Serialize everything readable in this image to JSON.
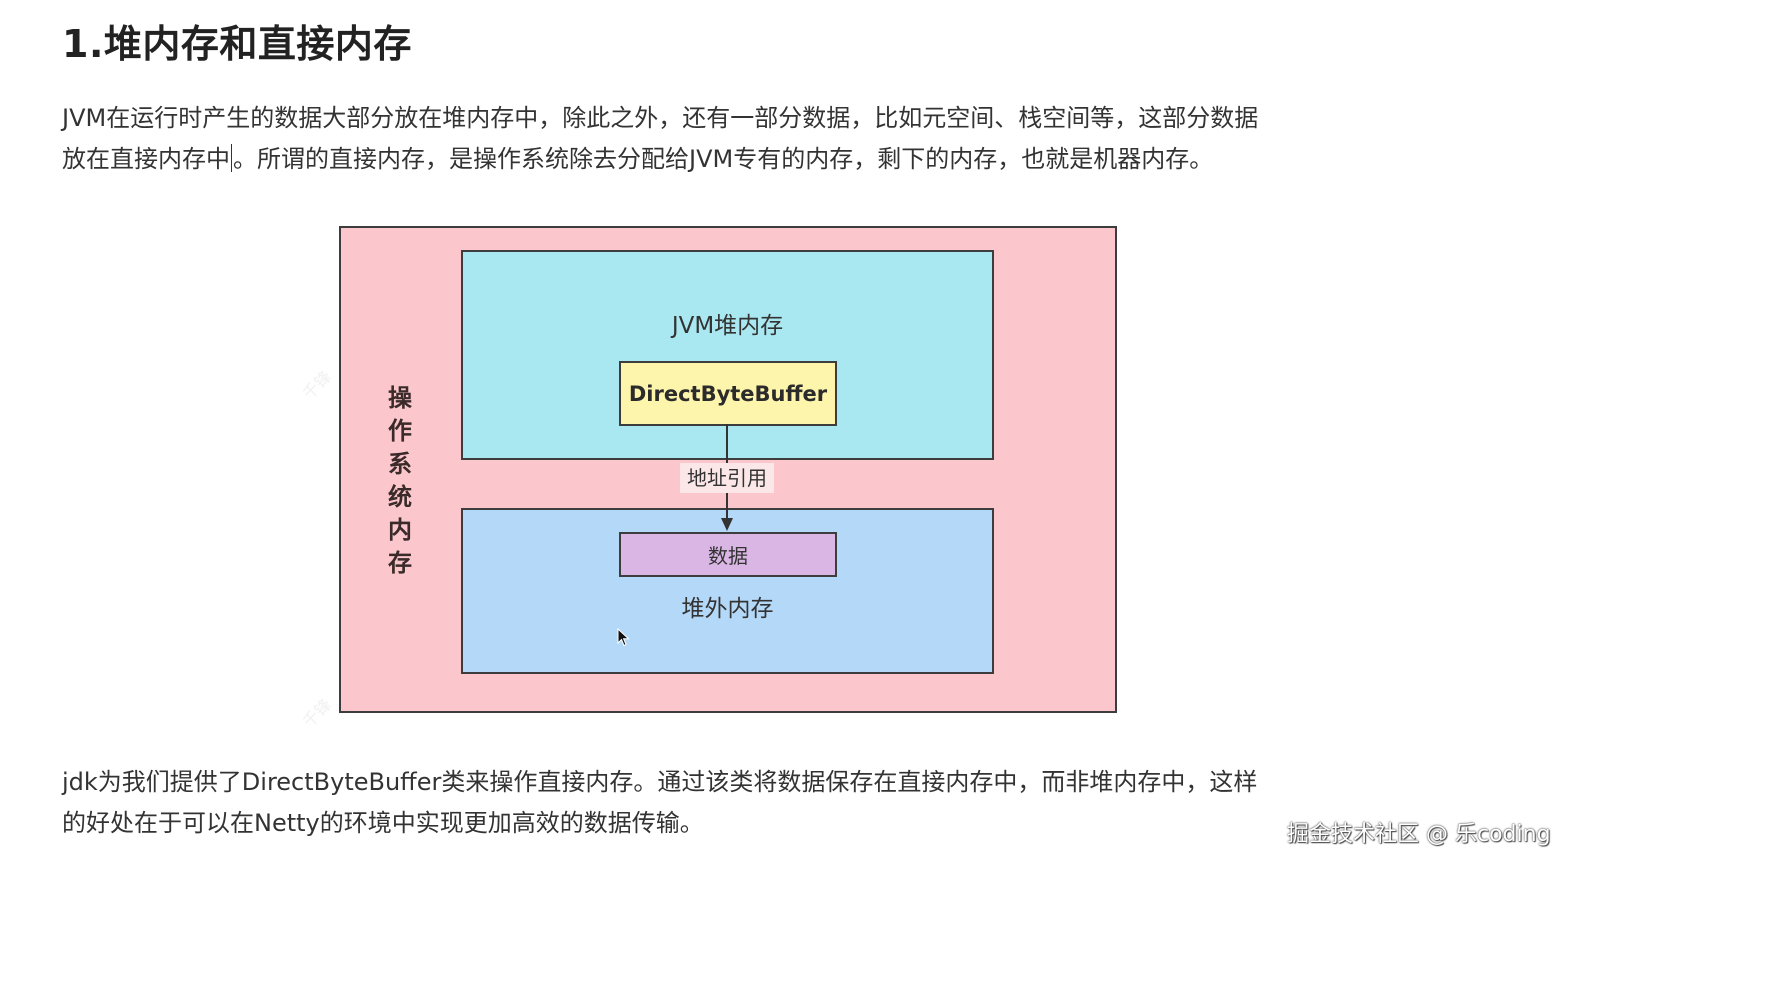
{
  "heading": "1.堆内存和直接内存",
  "paragraph1": {
    "line1": "JVM在运行时产生的数据大部分放在堆内存中，除此之外，还有一部分数据，比如元空间、栈空间等，这部分数据",
    "line2_before_cursor": "放在直接内存中",
    "line2_after_cursor": "。所谓的直接内存，是操作系统除去分配给JVM专有的内存，剩下的内存，也就是机器内存。"
  },
  "diagram": {
    "os_label": "操作系统内存",
    "jvm_heap_label": "JVM堆内存",
    "direct_byte_buffer_label": "DirectByteBuffer",
    "address_reference_label": "地址引用",
    "data_label": "数据",
    "off_heap_label": "堆外内存",
    "colors": {
      "os": "#fbc7cc",
      "jvm_heap": "#aae8f1",
      "direct_byte_buffer": "#fdf5ab",
      "off_heap": "#b4d8f8",
      "data": "#d9b6e4"
    }
  },
  "paragraph2": {
    "line1": "jdk为我们提供了DirectByteBuffer类来操作直接内存。通过该类将数据保存在直接内存中，而非堆内存中，这样",
    "line2": "的好处在于可以在Netty的环境中实现更加高效的数据传输。"
  },
  "credit": "掘金技术社区 @ 乐coding",
  "icons": {
    "mouse_cursor": "mouse-pointer-icon"
  }
}
